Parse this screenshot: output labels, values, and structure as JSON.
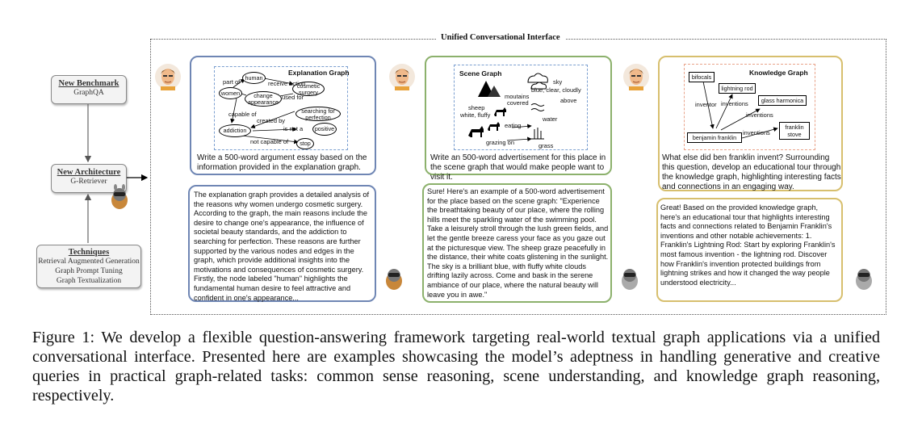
{
  "left_panel": {
    "benchmark": {
      "title": "New Benchmark",
      "sub": "GraphQA"
    },
    "architecture": {
      "title": "New Architecture",
      "sub": "G-Retriever"
    },
    "techniques": {
      "title": "Techniques",
      "items": [
        "Retrieval Augmented Generation",
        "Graph Prompt Tuning",
        "Graph Textualization"
      ]
    }
  },
  "interface_title": "Unified Conversational Interface",
  "panels": {
    "explanation": {
      "graph_title": "Explanation Graph",
      "nodes": {
        "human": "human",
        "women": "women",
        "cosmetic": "cosmetic surgery",
        "change": "change appearance",
        "searching": "searching for perfection",
        "addiction": "addiction",
        "positive": "positive",
        "stop": "stop"
      },
      "edges": {
        "partof": "part of",
        "receive": "receive action",
        "usedfor": "used for",
        "capable": "capable of",
        "created": "created by",
        "isnot": "is not a",
        "notcapable": "not capable of"
      },
      "question": "Write a 500-word argument essay based on the information provided in the explanation graph.",
      "answer": "The explanation graph provides a detailed analysis of the reasons why women undergo cosmetic surgery. According to the graph, the main reasons include the desire to change one's appearance, the influence of societal beauty standards, and the addiction to searching for perfection. These reasons are further supported by the various nodes and edges in the graph, which provide additional insights into the motivations and consequences of cosmetic surgery. Firstly, the node labeled \"human\" highlights the fundamental human desire to feel attractive and confident in one's appearance..."
    },
    "scene": {
      "graph_title": "Scene Graph",
      "nodes": {
        "sky": "sky",
        "skyattr": "blue, clear, cloudly",
        "mountains": "moutains",
        "covered": "covered",
        "above": "above",
        "sheep": "sheep",
        "sheepattr": "white, fluffy",
        "water": "water",
        "eating": "eating",
        "grazing": "grazing on",
        "grass": "grass"
      },
      "question": "Write an 500-word advertisement for this place in the scene graph that would make people want to visit it.",
      "answer": "Sure! Here's an example of a 500-word advertisement for the place based on the scene graph: \"Experience the breathtaking beauty of our place, where the rolling hills meet the sparkling water of the swimming pool. Take a leisurely stroll through the lush green fields, and let the gentle breeze caress your face as you gaze out at the picturesque view. The sheep graze peacefully in the distance, their white coats glistening in the sunlight. The sky is a brilliant blue, with fluffy white clouds drifting lazily across. Come and bask in the serene ambiance of our place, where the natural beauty will leave you in awe.\""
    },
    "knowledge": {
      "graph_title": "Knowledge Graph",
      "nodes": {
        "bifocals": "bifocals",
        "lightning": "lightning rod",
        "glass": "glass harmonica",
        "benjamin": "benjamin franklin",
        "stove": "franklin stove"
      },
      "edges": {
        "inventor": "inventor",
        "inventions1": "inventions",
        "inventions2": "inventions",
        "inventions3": "inventions"
      },
      "question": "What else did ben franklin invent? Surrounding this question, develop an educational tour through the knowledge graph, highlighting interesting facts and connections in an engaging way.",
      "answer": "Great! Based on the provided knowledge graph, here's an educational tour that highlights interesting facts and connections related to Benjamin Franklin's inventions and other notable achievements: 1. Franklin's Lightning Rod: Start by exploring Franklin's most famous invention - the lightning rod. Discover how Franklin's invention protected buildings from lightning strikes and how it changed the way people understood electricity..."
    }
  },
  "caption": "Figure 1: We develop a flexible question-answering framework targeting real-world textual graph applications via a unified conversational interface. Presented here are examples showcasing the model’s adeptness in handling generative and creative queries in practical graph-related tasks: common sense reasoning, scene understanding, and knowledge graph reasoning, respectively.",
  "colors": {
    "blue": "#6f86b4",
    "green": "#8cb16c",
    "gold": "#d7bf6e",
    "kg_dash": "#e9a38a"
  }
}
